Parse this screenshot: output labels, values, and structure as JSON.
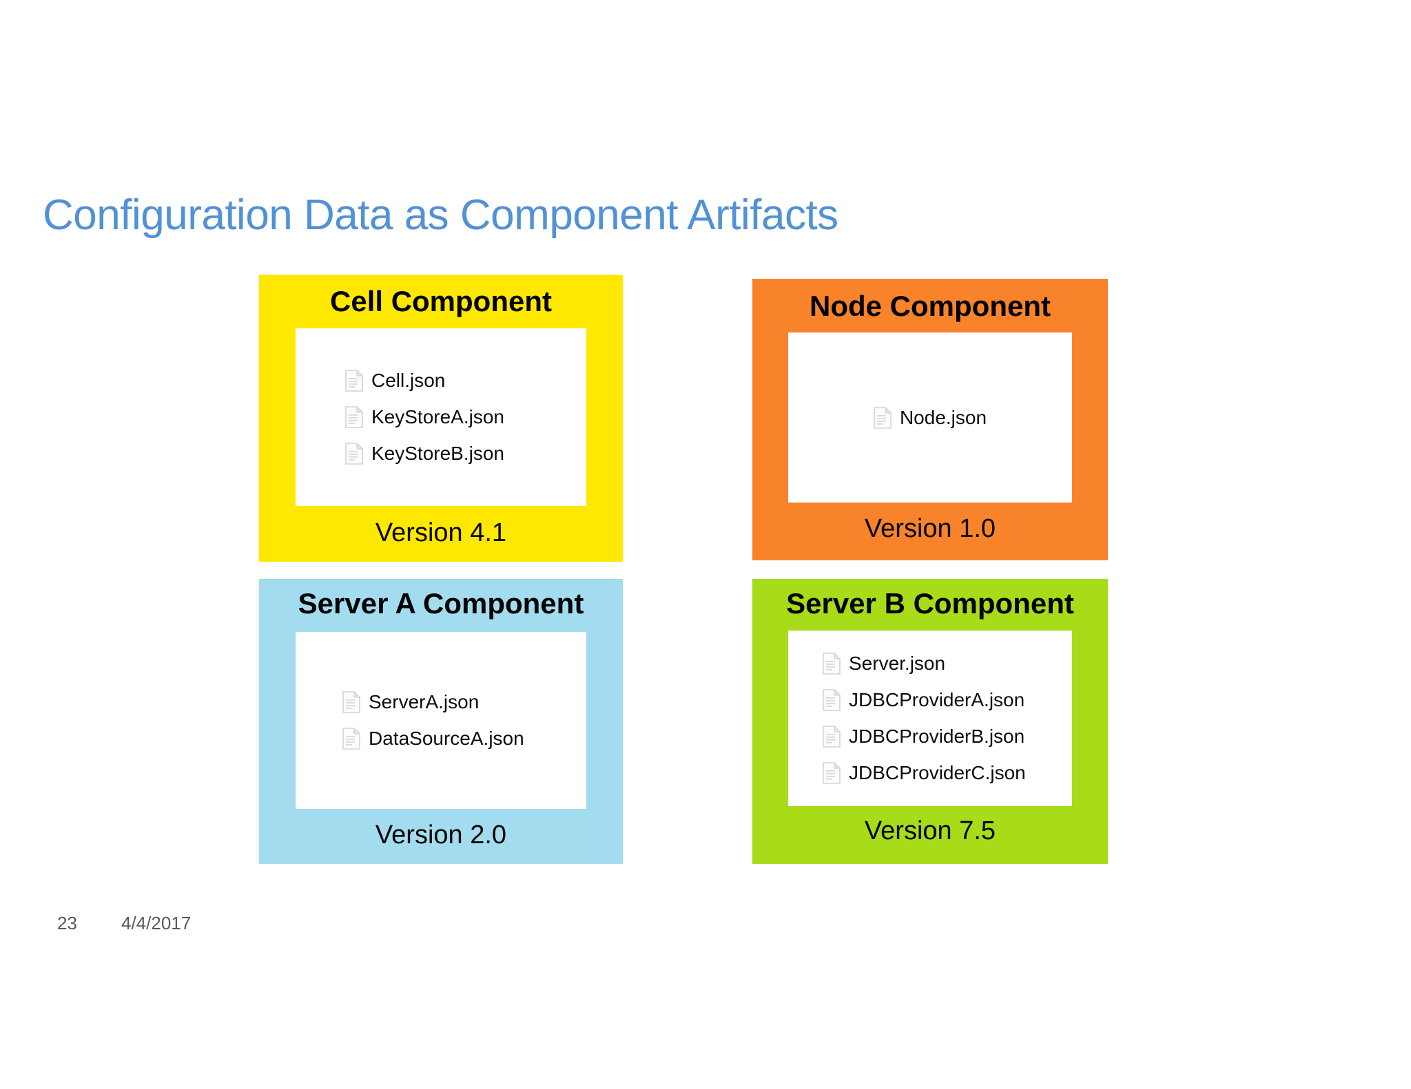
{
  "slide": {
    "title": "Configuration Data as Component Artifacts",
    "title_color": "#5191d6",
    "background_color": "#ffffff"
  },
  "cards": [
    {
      "id": "cell",
      "title": "Cell Component",
      "version": "Version 4.1",
      "color": "#FFE800",
      "panel_color": "#ffffff",
      "files": [
        {
          "name": "Cell.json",
          "icon": "file-json-icon"
        },
        {
          "name": "KeyStoreA.json",
          "icon": "file-json-icon"
        },
        {
          "name": "KeyStoreB.json",
          "icon": "file-json-icon"
        }
      ]
    },
    {
      "id": "node",
      "title": "Node Component",
      "version": "Version 1.0",
      "color": "#F9832A",
      "panel_color": "#ffffff",
      "files": [
        {
          "name": "Node.json",
          "icon": "file-json-icon"
        }
      ]
    },
    {
      "id": "servera",
      "title": "Server A Component",
      "version": "Version 2.0",
      "color": "#A3DCEF",
      "panel_color": "#ffffff",
      "files": [
        {
          "name": "ServerA.json",
          "icon": "file-json-icon"
        },
        {
          "name": "DataSourceA.json",
          "icon": "file-json-icon"
        }
      ]
    },
    {
      "id": "serverb",
      "title": "Server B Component",
      "version": "Version 7.5",
      "color": "#A8DB18",
      "panel_color": "#ffffff",
      "files": [
        {
          "name": "Server.json",
          "icon": "file-json-icon"
        },
        {
          "name": "JDBCProviderA.json",
          "icon": "file-json-icon"
        },
        {
          "name": "JDBCProviderB.json",
          "icon": "file-json-icon"
        },
        {
          "name": "JDBCProviderC.json",
          "icon": "file-json-icon"
        }
      ]
    }
  ],
  "footer": {
    "slide_number": "23",
    "date": "4/4/2017",
    "text_color": "#595959"
  }
}
